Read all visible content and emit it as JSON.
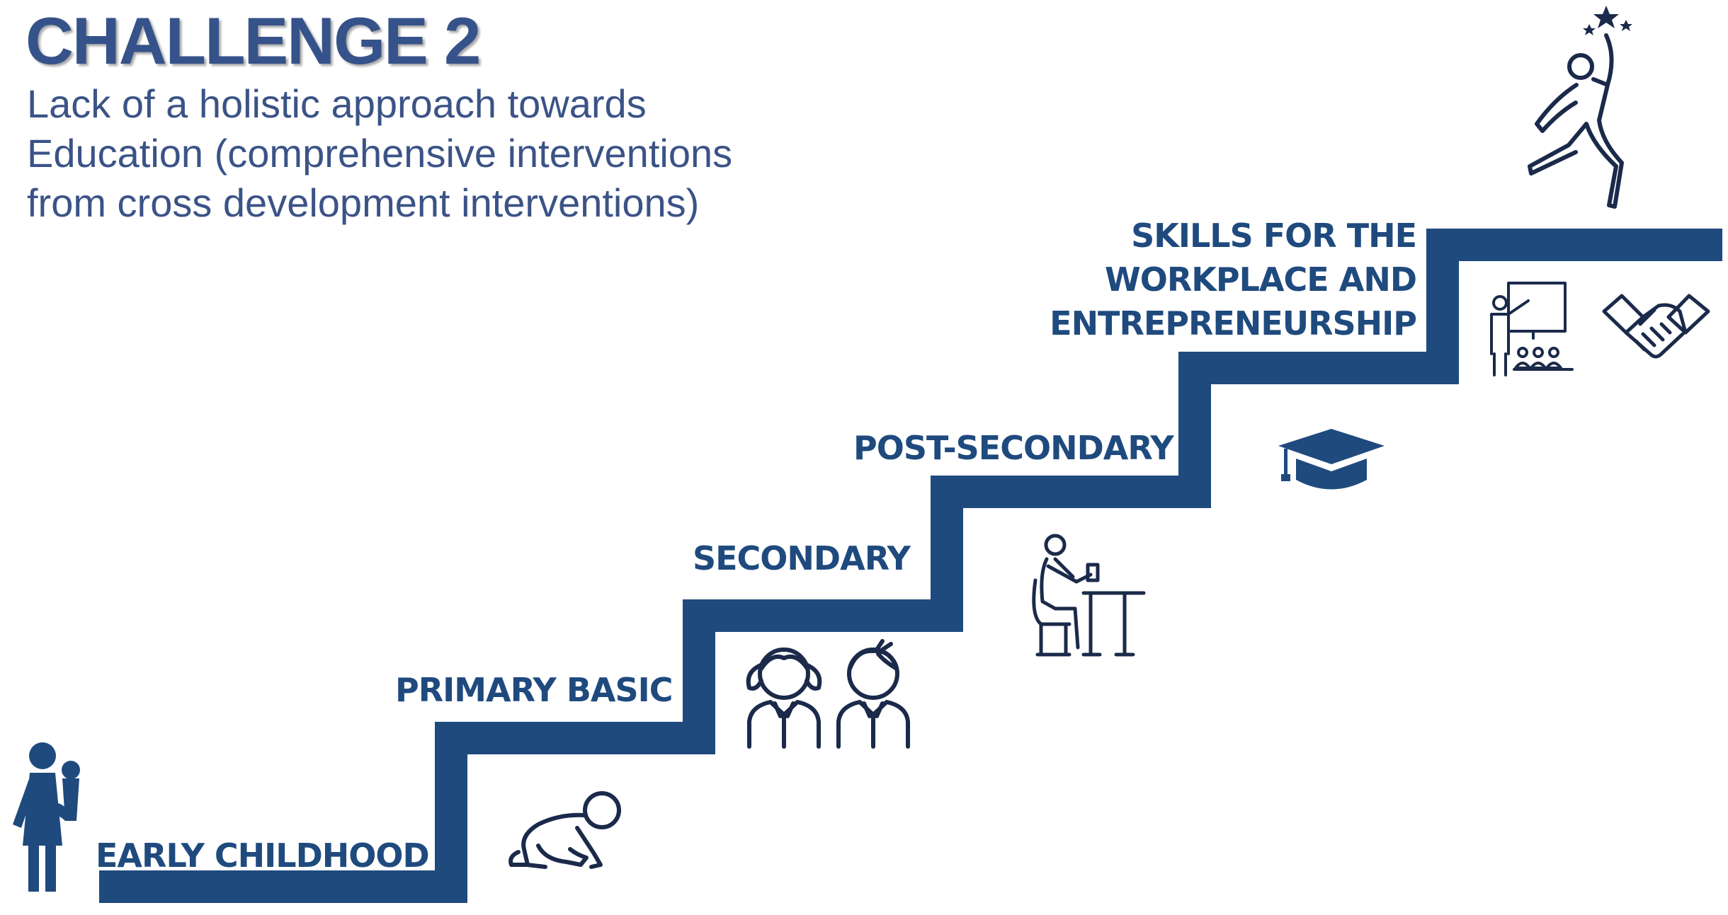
{
  "header": {
    "title": "CHALLENGE 2",
    "subtitle_lines": [
      "Lack of a holistic approach towards",
      "Education (comprehensive interventions",
      "from cross development interventions)"
    ]
  },
  "steps": [
    {
      "label_lines": [
        "EARLY CHILDHOOD"
      ],
      "icon": "crawling-baby-icon"
    },
    {
      "label_lines": [
        "PRIMARY BASIC"
      ],
      "icon": "girl-boy-students-icon"
    },
    {
      "label_lines": [
        "SECONDARY"
      ],
      "icon": "student-at-desk-icon"
    },
    {
      "label_lines": [
        "POST-SECONDARY"
      ],
      "icon": "graduation-cap-icon"
    },
    {
      "label_lines": [
        "SKILLS FOR THE",
        "WORKPLACE AND",
        "ENTREPRENEURSHIP"
      ],
      "icon": "teacher-classroom-icon, handshake-icon"
    }
  ],
  "colors": {
    "stair": "#1f4a7e",
    "title": "#36528a",
    "text": "#3b5386",
    "icon": "#1b2a4a"
  }
}
